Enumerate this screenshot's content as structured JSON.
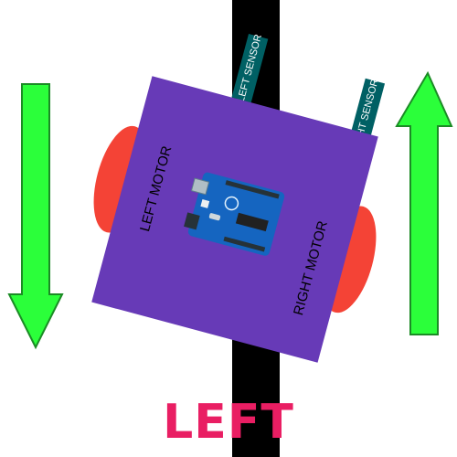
{
  "diagram": {
    "caption": "LEFT",
    "labels": {
      "left_sensor": "LEFT SENSOR",
      "right_sensor": "RIGHT SENSOR",
      "left_motor": "LEFT MOTOR",
      "right_motor": "RIGHT MOTOR"
    },
    "arrows": {
      "left_side": "down",
      "right_side": "up"
    }
  },
  "colors": {
    "track_line": "#000000",
    "chassis": "#673ab7",
    "wheel": "#f44336",
    "sensor": "#006064",
    "arrow": "#2bff3a",
    "arrow_border": "#1b8b25",
    "caption": "#e91e63",
    "board": "#1565c0"
  }
}
